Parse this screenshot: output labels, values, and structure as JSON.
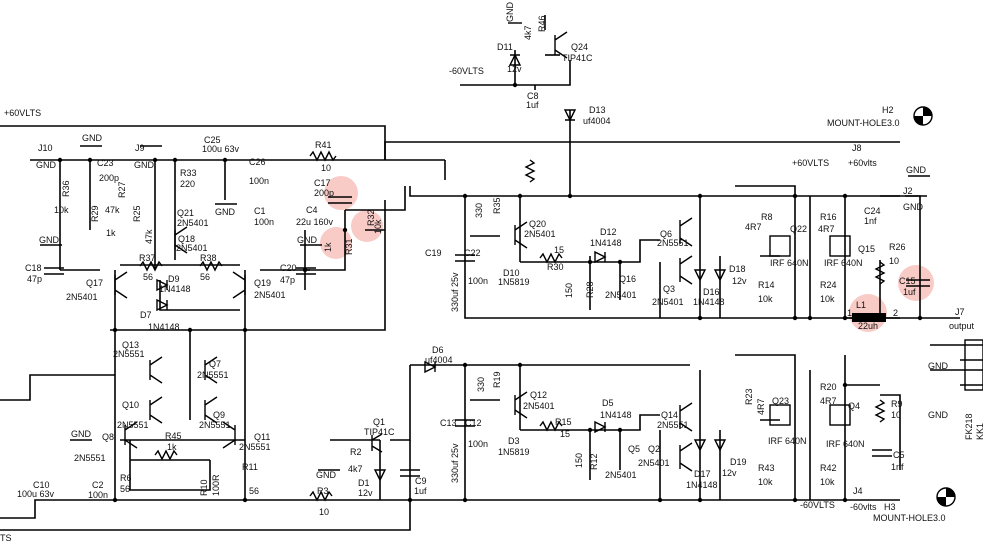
{
  "rails": {
    "top_left": "+60VLTS",
    "bottom_left": "TS",
    "pos_mid": "+60VLTS",
    "neg_mid": "-60VLTS",
    "neg_top": "-60VLTS"
  },
  "ground_label": "GND",
  "highlight_color": "#f4a8a0",
  "connectors": [
    {
      "id": "J10",
      "net": "GND"
    },
    {
      "id": "J9",
      "net": ""
    },
    {
      "id": "J8",
      "net": "+60vlts"
    },
    {
      "id": "J2",
      "net": "GND"
    },
    {
      "id": "J7",
      "net": "output"
    },
    {
      "id": "J4",
      "net": "-60vlts"
    }
  ],
  "mount_holes": [
    {
      "id": "H2",
      "value": "MOUNT-HOLE3.0"
    },
    {
      "id": "H3",
      "value": "MOUNT-HOLE3.0"
    }
  ],
  "resistors": [
    {
      "id": "R46",
      "value": "4k7"
    },
    {
      "id": "R36",
      "value": "10k"
    },
    {
      "id": "R29",
      "value": "1k"
    },
    {
      "id": "R27",
      "value": "47k"
    },
    {
      "id": "R25",
      "value": "47k"
    },
    {
      "id": "R33",
      "value": "220"
    },
    {
      "id": "R41",
      "value": "10"
    },
    {
      "id": "R32",
      "value": "10k"
    },
    {
      "id": "R31",
      "value": "1k"
    },
    {
      "id": "R37",
      "value": "56"
    },
    {
      "id": "R38",
      "value": "56"
    },
    {
      "id": "R35",
      "value": "330"
    },
    {
      "id": "R30",
      "value": "15"
    },
    {
      "id": "R28",
      "value": "150"
    },
    {
      "id": "R8",
      "value": "4R7"
    },
    {
      "id": "R16",
      "value": "4R7"
    },
    {
      "id": "R14",
      "value": "10k"
    },
    {
      "id": "R24",
      "value": "10k"
    },
    {
      "id": "R26",
      "value": "10"
    },
    {
      "id": "R45",
      "value": "1k"
    },
    {
      "id": "R6",
      "value": "56"
    },
    {
      "id": "R10",
      "value": "100R"
    },
    {
      "id": "R11",
      "value": "56"
    },
    {
      "id": "R2",
      "value": "4k7"
    },
    {
      "id": "R3",
      "value": "10"
    },
    {
      "id": "R19",
      "value": "330"
    },
    {
      "id": "R15",
      "value": "15"
    },
    {
      "id": "R12",
      "value": "150"
    },
    {
      "id": "R23",
      "value": "4R7"
    },
    {
      "id": "R20",
      "value": "4R7"
    },
    {
      "id": "R43",
      "value": "10k"
    },
    {
      "id": "R42",
      "value": "10k"
    },
    {
      "id": "R9",
      "value": "10"
    }
  ],
  "capacitors": [
    {
      "id": "C8",
      "value": "1uf"
    },
    {
      "id": "C23",
      "value": "200p"
    },
    {
      "id": "C25",
      "value": "100u 63v"
    },
    {
      "id": "C26",
      "value": "100n"
    },
    {
      "id": "C17",
      "value": "200p"
    },
    {
      "id": "C1",
      "value": "100n"
    },
    {
      "id": "C4",
      "value": "22u 160v"
    },
    {
      "id": "C18",
      "value": "47p"
    },
    {
      "id": "C20",
      "value": "47p"
    },
    {
      "id": "C19",
      "value": "330uf 25v"
    },
    {
      "id": "C22",
      "value": "100n"
    },
    {
      "id": "C24",
      "value": "1nf"
    },
    {
      "id": "C15",
      "value": "1uf"
    },
    {
      "id": "C10",
      "value": "100u 63v"
    },
    {
      "id": "C2",
      "value": "100n"
    },
    {
      "id": "C9",
      "value": "1uf"
    },
    {
      "id": "C13",
      "value": "330uf 25v"
    },
    {
      "id": "C12",
      "value": "100n"
    },
    {
      "id": "C5",
      "value": "1nf"
    }
  ],
  "inductors": [
    {
      "id": "L1",
      "value": "22uh",
      "pin1": "1",
      "pin2": "2"
    }
  ],
  "diodes": [
    {
      "id": "D11",
      "value": "12v"
    },
    {
      "id": "D13",
      "value": "uf4004"
    },
    {
      "id": "D9",
      "value": "1N4148"
    },
    {
      "id": "D7",
      "value": "1N4148"
    },
    {
      "id": "D12",
      "value": "1N4148"
    },
    {
      "id": "D10",
      "value": "1N5819"
    },
    {
      "id": "D16",
      "value": "1N4148"
    },
    {
      "id": "D18",
      "value": "12v"
    },
    {
      "id": "D6",
      "value": "uf4004"
    },
    {
      "id": "D1",
      "value": "12v"
    },
    {
      "id": "D3",
      "value": "1N5819"
    },
    {
      "id": "D5",
      "value": "1N4148"
    },
    {
      "id": "D17",
      "value": "1N4148"
    },
    {
      "id": "D19",
      "value": "12v"
    }
  ],
  "transistors": [
    {
      "id": "Q24",
      "value": "TIP41C"
    },
    {
      "id": "Q21",
      "value": "2N5401"
    },
    {
      "id": "Q18",
      "value": "2N5401"
    },
    {
      "id": "Q17",
      "value": "2N5401"
    },
    {
      "id": "Q19",
      "value": "2N5401"
    },
    {
      "id": "Q20",
      "value": "2N5401"
    },
    {
      "id": "Q16",
      "value": "2N5401"
    },
    {
      "id": "Q6",
      "value": "2N5551"
    },
    {
      "id": "Q3",
      "value": "2N5401"
    },
    {
      "id": "Q22",
      "value": "IRF 640N"
    },
    {
      "id": "Q15",
      "value": "IRF 640N"
    },
    {
      "id": "Q13",
      "value": "2N5551"
    },
    {
      "id": "Q7",
      "value": "2N5551"
    },
    {
      "id": "Q10",
      "value": "2N5551"
    },
    {
      "id": "Q9",
      "value": "2N5551"
    },
    {
      "id": "Q8",
      "value": "2N5551"
    },
    {
      "id": "Q11",
      "value": "2N5551"
    },
    {
      "id": "Q1",
      "value": "TIP41C"
    },
    {
      "id": "Q12",
      "value": "2N5401"
    },
    {
      "id": "Q5",
      "value": "2N5401"
    },
    {
      "id": "Q14",
      "value": "2N5551"
    },
    {
      "id": "Q2",
      "value": "2N5401"
    },
    {
      "id": "Q23",
      "value": "IRF 640N"
    },
    {
      "id": "Q4",
      "value": "IRF 640N"
    }
  ],
  "side_part": {
    "ref": "FK218",
    "value": "KK1"
  }
}
